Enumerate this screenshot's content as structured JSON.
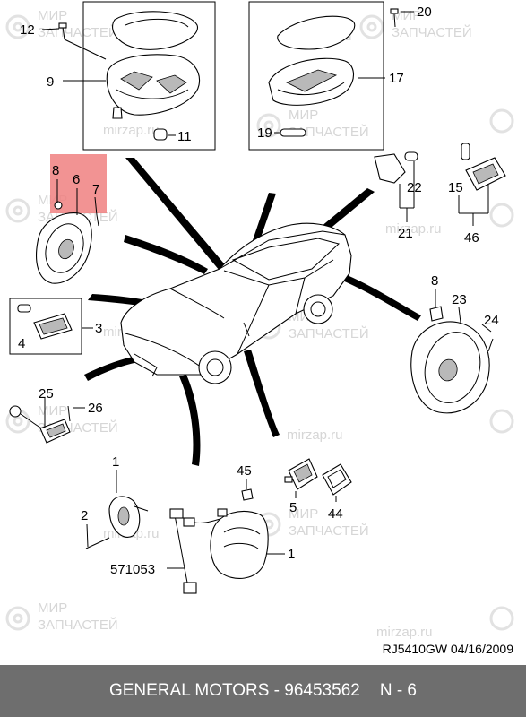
{
  "watermark": {
    "logo_line1": "МИР",
    "logo_line2": "ЗАПЧАСТЕЙ",
    "site": "mirzap.ru"
  },
  "callouts": {
    "c1": "1",
    "c2": "2",
    "c3": "3",
    "c4": "4",
    "c5": "5",
    "c6": "6",
    "c7": "7",
    "c8": "8",
    "c9": "9",
    "c11": "11",
    "c12": "12",
    "c15": "15",
    "c17": "17",
    "c19": "19",
    "c20": "20",
    "c21": "21",
    "c22": "22",
    "c23": "23",
    "c24": "24",
    "c25": "25",
    "c26": "26",
    "c44": "44",
    "c45": "45",
    "c46": "46",
    "c571053": "571053"
  },
  "highlight_color": "#f08080",
  "stamp": "RJ5410GW  04/16/2009",
  "footer": {
    "title": "GENERAL MOTORS - 96453562",
    "page": "N - 6"
  }
}
